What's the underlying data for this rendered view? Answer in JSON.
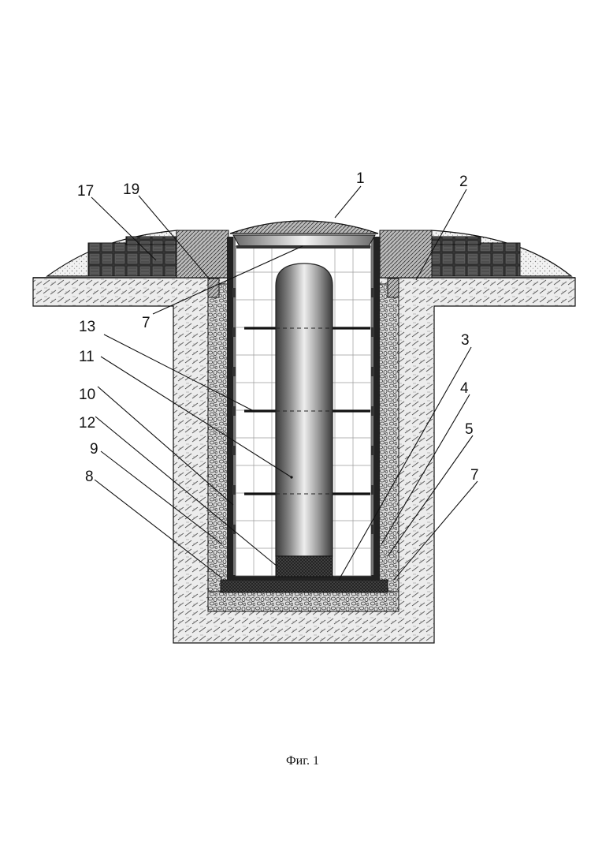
{
  "figure": {
    "caption": "Фиг. 1",
    "labels": [
      "1",
      "2",
      "3",
      "4",
      "5",
      "7",
      "7",
      "8",
      "9",
      "10",
      "11",
      "12",
      "13",
      "17",
      "19"
    ]
  },
  "colors": {
    "ink": "#111111",
    "soil": "#e6e6e6",
    "gravel": "#d6d6d6",
    "blocks": "#4a4a4a",
    "mound": "#efefef"
  }
}
